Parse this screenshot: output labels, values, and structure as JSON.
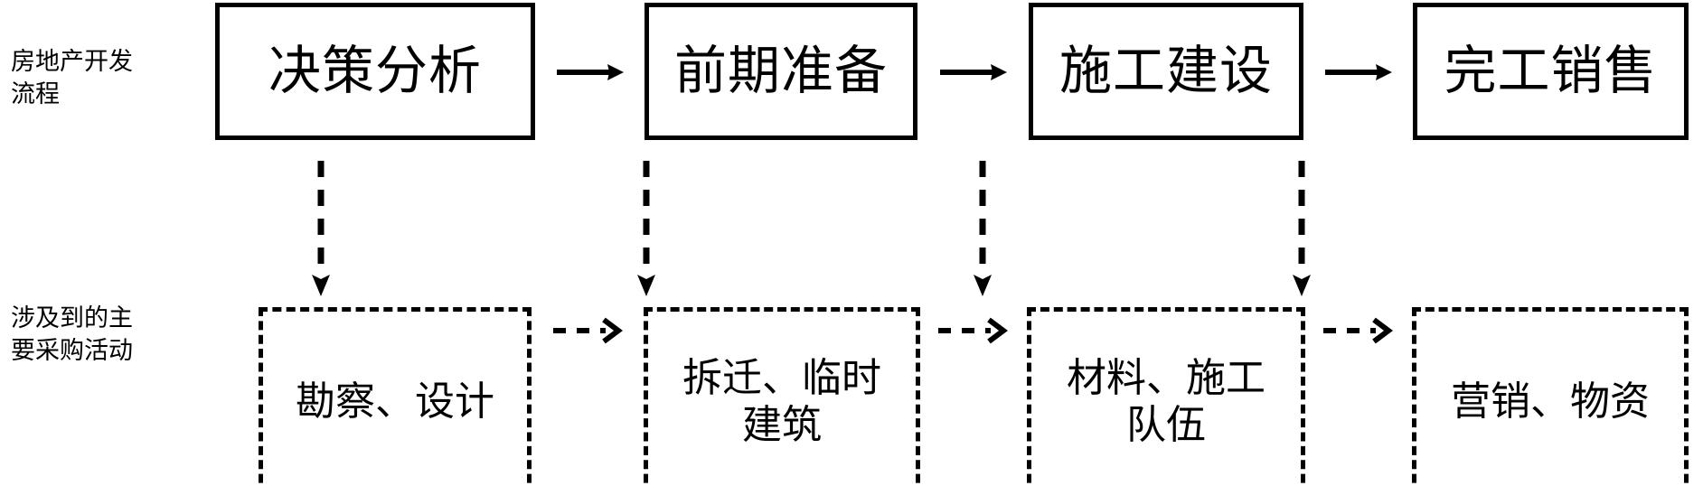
{
  "diagram": {
    "type": "flowchart",
    "orientation": "horizontal",
    "rows": [
      {
        "id": "process",
        "label": "房地产开发\n流程",
        "style": "solid-box"
      },
      {
        "id": "procurement",
        "label": "涉及到的主\n要采购活动",
        "style": "dashed-box"
      }
    ],
    "process_stages": [
      {
        "id": "stage-1",
        "text": "决策分析"
      },
      {
        "id": "stage-2",
        "text": "前期准备"
      },
      {
        "id": "stage-3",
        "text": "施工建设"
      },
      {
        "id": "stage-4",
        "text": "完工销售"
      }
    ],
    "procurement_items": [
      {
        "id": "proc-1",
        "text": "勘察、设计"
      },
      {
        "id": "proc-2",
        "text": "拆迁、临时\n建筑"
      },
      {
        "id": "proc-3",
        "text": "材料、施工\n队伍"
      },
      {
        "id": "proc-4",
        "text": "营销、物资"
      }
    ],
    "connectors": {
      "process_arrow": "solid-right-arrow",
      "procurement_arrow": "dashed-right-arrow",
      "vertical_arrow": "dashed-down-arrow"
    },
    "colors": {
      "stroke": "#000000",
      "background": "#ffffff",
      "text": "#000000"
    }
  }
}
